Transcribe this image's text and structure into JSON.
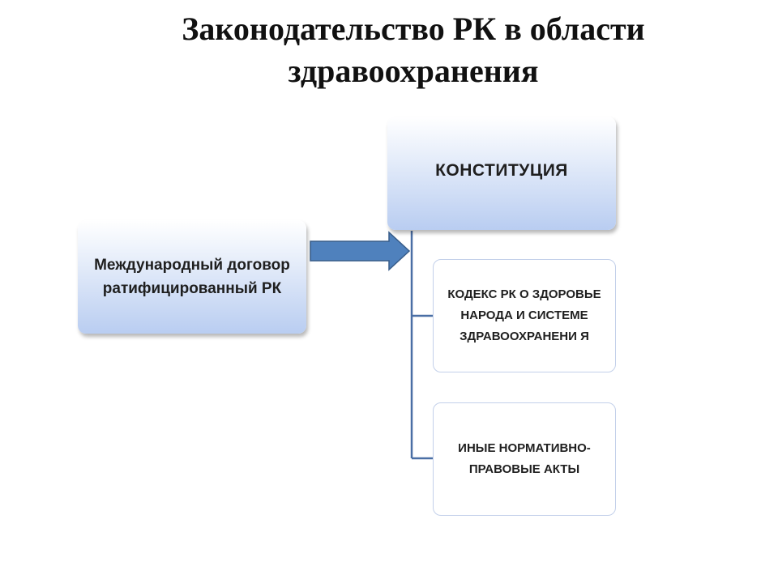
{
  "title": {
    "line1": "Законодательство РК в области",
    "line2": "здравоохранения"
  },
  "nodes": {
    "constitution": "КОНСТИТУЦИЯ",
    "treaty": "Международный договор ратифицированный РК",
    "codex": "КОДЕКС РК О ЗДОРОВЬЕ НАРОДА И СИСТЕМЕ ЗДРАВООХРАНЕНИ Я",
    "other_acts": "ИНЫЕ НОРМАТИВНО-ПРАВОВЫЕ АКТЫ"
  },
  "colors": {
    "arrow_fill": "#4f81bd",
    "arrow_stroke": "#385d8a",
    "connector": "#4a6fa5",
    "box_gradient_bottom": "#b9cdf1",
    "box_border": "#c3d0ea"
  }
}
